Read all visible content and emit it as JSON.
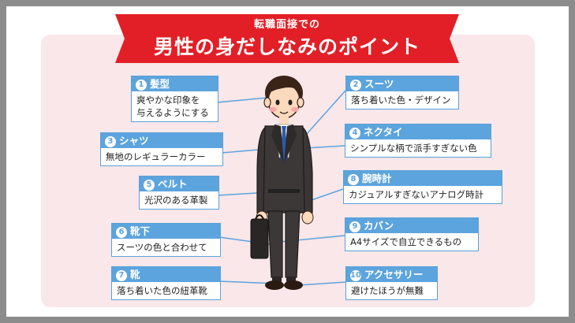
{
  "title": {
    "sub": "転職面接での",
    "main": "男性の身だしなみのポイント"
  },
  "colors": {
    "banner": "#e21f26",
    "accent": "#5ca4dd",
    "panel": "#f9e7e9"
  },
  "points": [
    {
      "num": "1",
      "title": "髪型",
      "lines": [
        "爽やかな印象を",
        "与えるようにする"
      ]
    },
    {
      "num": "2",
      "title": "スーツ",
      "lines": [
        "落ち着いた色・デザイン"
      ]
    },
    {
      "num": "3",
      "title": "シャツ",
      "lines": [
        "無地のレギュラーカラー"
      ]
    },
    {
      "num": "4",
      "title": "ネクタイ",
      "lines": [
        "シンプルな柄で派手すぎない色"
      ]
    },
    {
      "num": "5",
      "title": "ベルト",
      "lines": [
        "光沢のある革製"
      ]
    },
    {
      "num": "8",
      "title": "腕時計",
      "lines": [
        "カジュアルすぎないアナログ時計"
      ]
    },
    {
      "num": "6",
      "title": "靴下",
      "lines": [
        "スーツの色と合わせて"
      ]
    },
    {
      "num": "9",
      "title": "カバン",
      "lines": [
        "A4サイズで自立できるもの"
      ]
    },
    {
      "num": "7",
      "title": "靴",
      "lines": [
        "落ち着いた色の紐革靴"
      ]
    },
    {
      "num": "10",
      "title": "アクセサリー",
      "lines": [
        "避けたほうが無難"
      ]
    }
  ]
}
